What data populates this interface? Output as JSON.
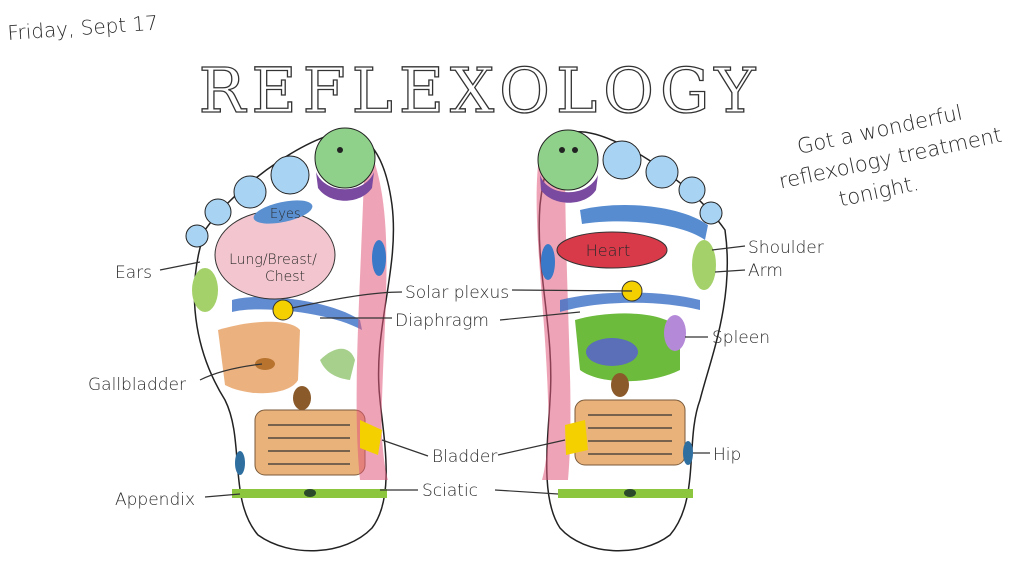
{
  "date": "Friday, Sept 17",
  "title": "REFLEXOLOGY",
  "note": {
    "line1": "Got a wonderful",
    "line2": "reflexology treatment",
    "line3": "tonight."
  },
  "left_foot": {
    "eyes": "Eyes",
    "lung_line1": "Lung/Breast/",
    "lung_line2": "Chest"
  },
  "right_foot": {
    "heart": "Heart"
  },
  "labels": {
    "ears": "Ears",
    "solar_plexus": "Solar plexus",
    "diaphragm": "Diaphragm",
    "gallbladder": "Gallbladder",
    "bladder": "Bladder",
    "appendix": "Appendix",
    "sciatic": "Sciatic",
    "shoulder": "Shoulder",
    "arm": "Arm",
    "spleen": "Spleen",
    "hip": "Hip"
  },
  "colors": {
    "pink": "#f3c6cf",
    "red": "#d93a4a",
    "blue": "#2f6fc0",
    "lightblue": "#9cc9ea",
    "green": "#8cc63f",
    "purple": "#7a4aa0",
    "yellow": "#f5d000",
    "orange": "#e8a56a",
    "brown": "#8a5a2b"
  }
}
